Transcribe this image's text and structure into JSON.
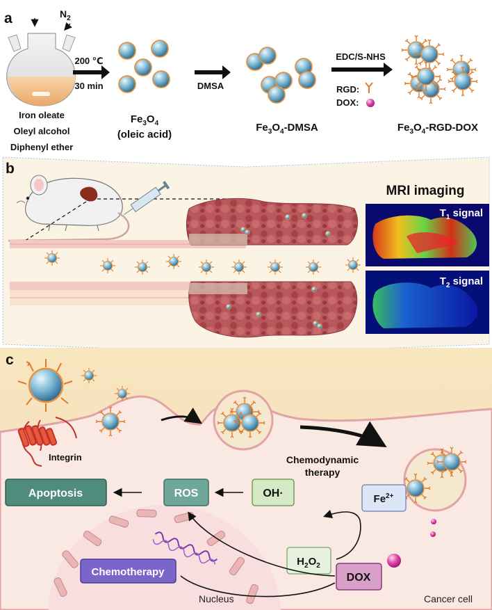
{
  "panel_a": {
    "label": "a",
    "flask_labels": {
      "n2": "N",
      "n2_sub": "2"
    },
    "ingredients": [
      "Iron oleate",
      "Oleyl alcohol",
      "Diphenyl ether"
    ],
    "step1": {
      "temp": "200 ℃",
      "time": "30 min"
    },
    "product1": {
      "name_main": "Fe",
      "name_sub1": "3",
      "name_mid": "O",
      "name_sub2": "4",
      "line2": "(oleic acid)"
    },
    "step2": {
      "reagent": "DMSA"
    },
    "product2": {
      "name_main": "Fe",
      "name_sub1": "3",
      "name_mid": "O",
      "name_sub2": "4",
      "name_suffix": "-DMSA"
    },
    "step3": {
      "reagent": "EDC/S-NHS",
      "rgd_label": "RGD:",
      "dox_label": "DOX:"
    },
    "product3": {
      "name_main": "Fe",
      "name_sub1": "3",
      "name_mid": "O",
      "name_sub2": "4",
      "name_suffix": "-RGD-DOX"
    }
  },
  "panel_b": {
    "label": "b",
    "mri_title": "MRI imaging",
    "t1": {
      "main": "T",
      "sub": "1",
      "rest": " signal"
    },
    "t2": {
      "main": "T",
      "sub": "2",
      "rest": " signal"
    }
  },
  "panel_c": {
    "label": "c",
    "integrin": "Integrin",
    "therapy_line1": "Chemodynamic",
    "therapy_line2": "therapy",
    "apoptosis": "Apoptosis",
    "ros": "ROS",
    "oh": "OH·",
    "fe": {
      "main": "Fe",
      "sup": "2+"
    },
    "h2o2": {
      "h": "H",
      "s1": "2",
      "o": "O",
      "s2": "2"
    },
    "dox": "DOX",
    "chemotherapy": "Chemotherapy",
    "nucleus": "Nucleus",
    "cancer_cell": "Cancer cell"
  },
  "colors": {
    "np_blue": "#7fb7d6",
    "np_dark": "#3c7fa8",
    "np_ring": "#e8913f",
    "tumor": "#b8595a",
    "vessel": "#f2c6c0",
    "cell_bg": "#f6e4c3",
    "apoptosis_box": "#4f8c7c",
    "ros_box": "#6fa89a",
    "oh_box": "#d6e9c6",
    "fe_box": "#dde6f7",
    "h2o2_box": "#e6f2df",
    "dox_box": "#d8a0c8",
    "chemo_box": "#7a66c8",
    "dox_sphere": "#e046a8"
  }
}
